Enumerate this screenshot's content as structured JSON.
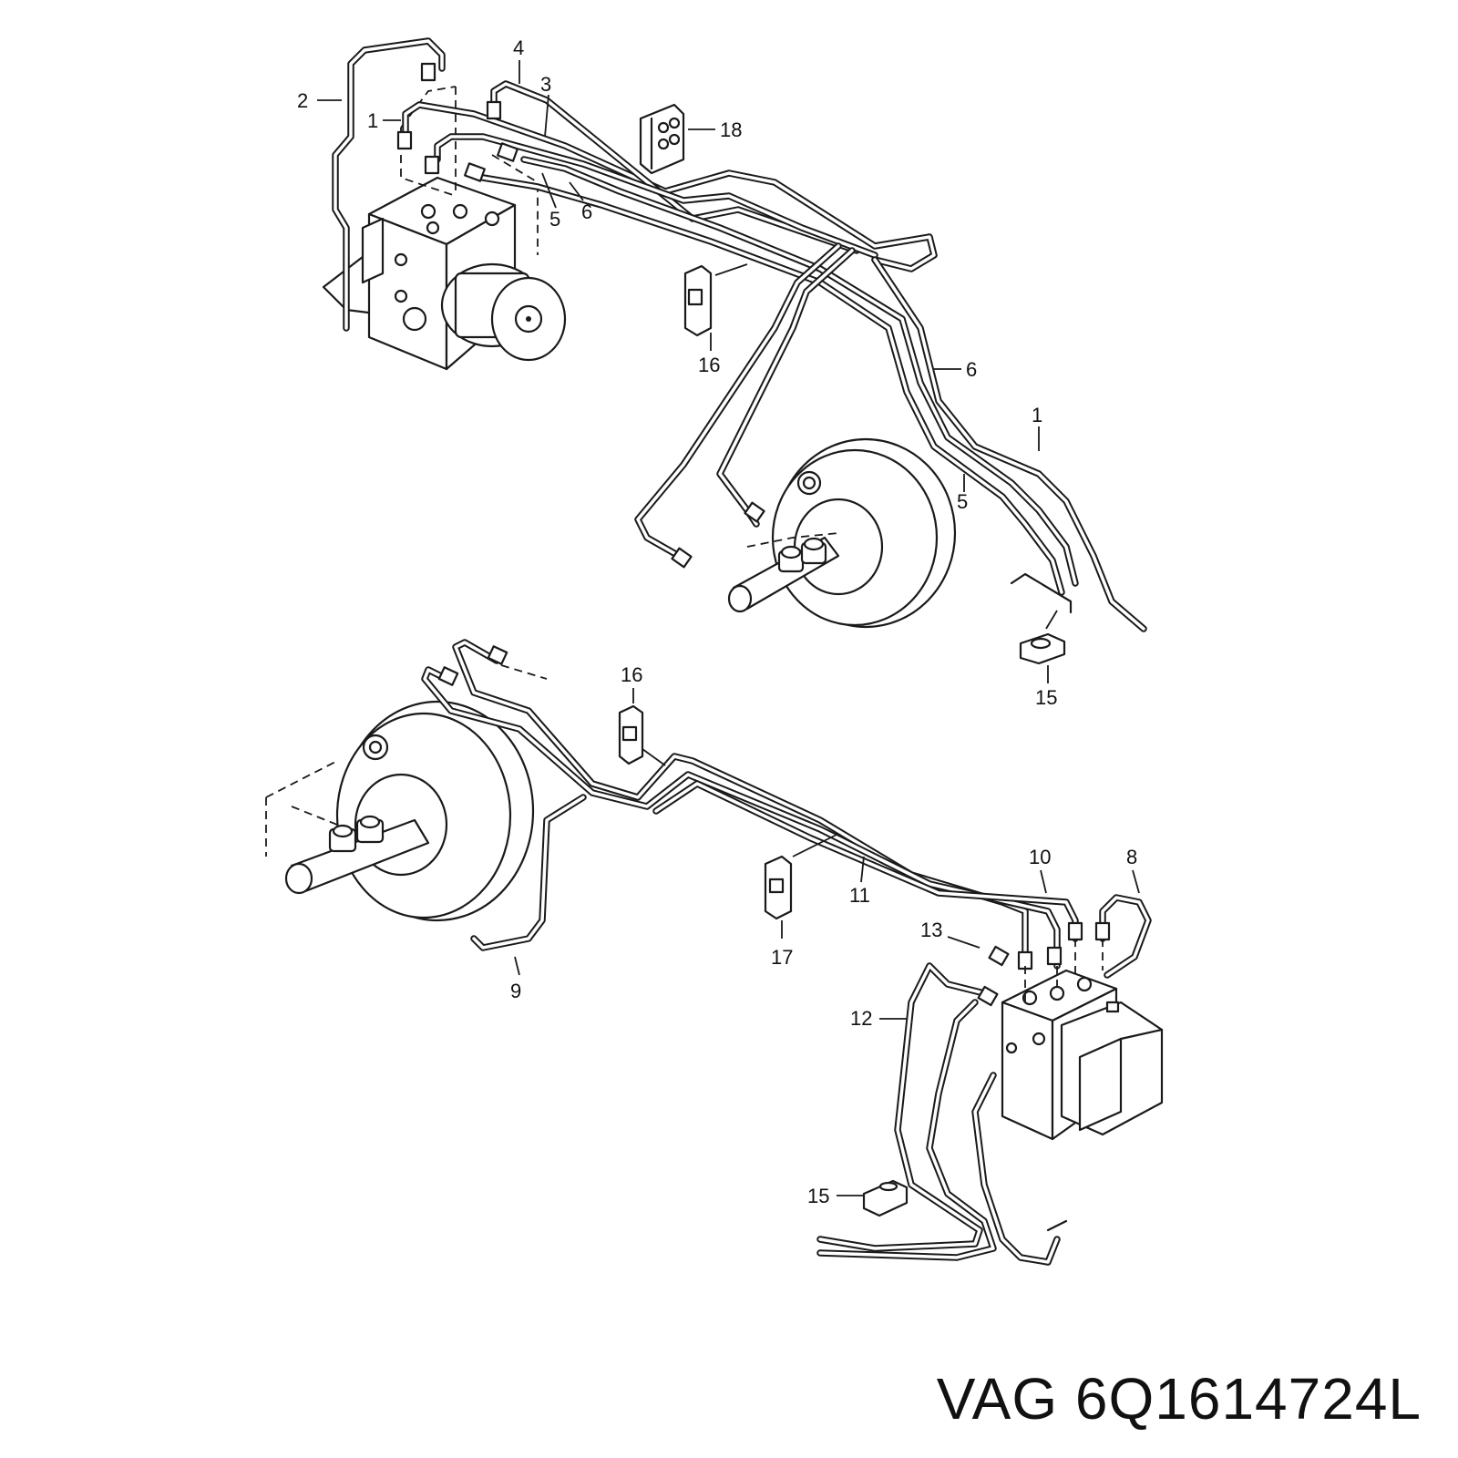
{
  "part_label": {
    "brand": "VAG",
    "number": "6Q1614724L"
  },
  "callouts": {
    "c1_top": "1",
    "c2": "2",
    "c3": "3",
    "c4": "4",
    "c5_top": "5",
    "c6_top": "6",
    "c18": "18",
    "c16_top": "16",
    "c6_mid": "6",
    "c1_mid": "1",
    "c5_mid": "5",
    "c15_top": "15",
    "c16_bot": "16",
    "c10": "10",
    "c8": "8",
    "c11": "11",
    "c13": "13",
    "c17": "17",
    "c9": "9",
    "c12": "12",
    "c15_bot": "15"
  }
}
